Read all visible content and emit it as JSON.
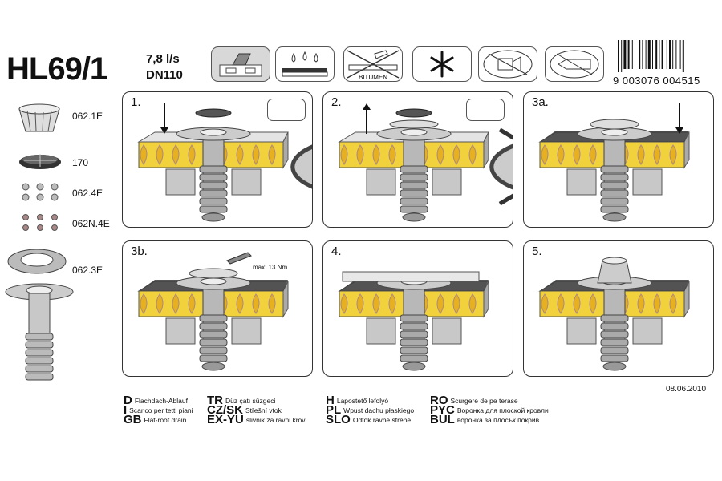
{
  "header": {
    "model": "HL69/1",
    "flow_rate": "7,8 l/s",
    "dn": "DN110",
    "bitumen_label": "BITUMEN",
    "barcode_number": "9 003076 004515"
  },
  "parts": [
    {
      "code": "062.1E",
      "icon": "leaf-guard-dome-icon"
    },
    {
      "code": "170",
      "icon": "gravel-guard-icon"
    },
    {
      "code": "062.4E",
      "icon": "wing-nuts-icon"
    },
    {
      "code": "062N.4E",
      "icon": "hex-nuts-icon"
    },
    {
      "code": "062.3E",
      "icon": "clamping-ring-icon"
    }
  ],
  "steps": [
    {
      "label": "1."
    },
    {
      "label": "2."
    },
    {
      "label": "3a."
    },
    {
      "label": "3b.",
      "torque": "max: 13 Nm"
    },
    {
      "label": "4."
    },
    {
      "label": "5."
    }
  ],
  "date": "08.06.2010",
  "languages": [
    {
      "code": "D",
      "text": "Flachdach-Ablauf"
    },
    {
      "code": "I",
      "text": "Scarico per tetti piani"
    },
    {
      "code": "GB",
      "text": "Flat-roof drain"
    },
    {
      "code": "TR",
      "text": "Düz çatı süzgeci"
    },
    {
      "code": "CZ/SK",
      "text": "Střešní vtok"
    },
    {
      "code": "EX-YU",
      "text": "slivnik za ravni krov"
    },
    {
      "code": "H",
      "text": "Lapostető lefolyó"
    },
    {
      "code": "PL",
      "text": "Wpust dachu płaskiego"
    },
    {
      "code": "SLO",
      "text": "Odtok ravne strehe"
    },
    {
      "code": "RO",
      "text": "Scurgere de pe terase"
    },
    {
      "code": "PYC",
      "text": "Воронка для плоской кровли"
    },
    {
      "code": "BUL",
      "text": "воронка за плосък покрив"
    }
  ],
  "colors": {
    "insulation": "#f2d23c",
    "slab": "#c8c8c8",
    "drain": "#b8b8b8",
    "membrane": "#3a3a3a"
  }
}
